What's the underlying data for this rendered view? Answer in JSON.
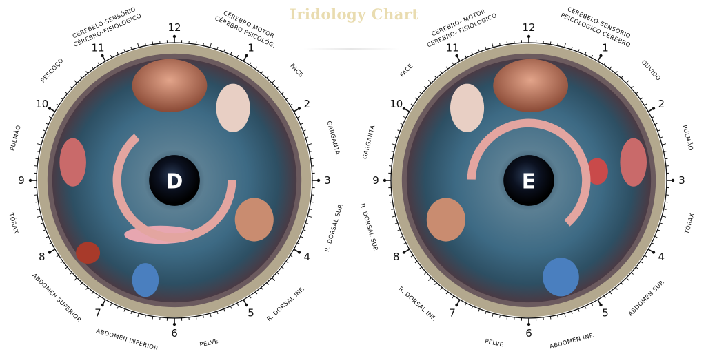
{
  "title": "Iridology Chart",
  "colors": {
    "title": "#e9dcb0",
    "iris": "#3d6a84",
    "ring": "#a89c80",
    "pupil": "#05070c",
    "organ_accent": "#d98a8a"
  },
  "hours": [
    "12",
    "1",
    "2",
    "3",
    "4",
    "5",
    "6",
    "7",
    "8",
    "9",
    "10",
    "11"
  ],
  "right_eye": {
    "pupil_letter": "D",
    "labels": {
      "cerebro_motor": "CÉREBRO MOTOR",
      "cerebro_psicolog": "CÉREBRO PSICOLÓG.",
      "cerebelo_sensorio": "CEREBELO-SENSÓRIO",
      "cerebro_fisiologico": "CÉREBRO-FISIOLÓGICO",
      "face": "FACE",
      "pescoco": "PESCOÇO",
      "garganta": "GARGANTA",
      "pulmao": "PULMÃO",
      "torax": "TÓRAX",
      "dorsal_sup": "R. DORSAL SUP.",
      "dorsal_inf": "R. DORSAL INF.",
      "abdomen_superior": "ABDOMEN SUPERIOR",
      "abdomen_inferior": "ABDOMEN INFERIOR",
      "pelve": "PELVE"
    }
  },
  "left_eye": {
    "pupil_letter": "E",
    "labels": {
      "cerebro_motor": "CEREBRO- MOTOR",
      "cerebro_fisiologico": "CEREBRO- FISIOLÓGICO",
      "cerebelo_sensorio": "CEREBELO-SENSÓRIO",
      "psicologico_cerebro": "PSICOLOGICO CEREBRO",
      "face": "FACE",
      "ouvido": "OUVIDO",
      "garganta": "GARGANTA",
      "pulmao": "PULMÃO",
      "dorsal_sup": "R. DORSAL SUP.",
      "torax": "TÓRAX",
      "dorsal_inf": "R. DORSAL INF.",
      "abdomen_sup": "ABDOMEN SUP.",
      "pelve": "PELVE",
      "abdomen_inf": "ABDOMEN INF."
    }
  }
}
